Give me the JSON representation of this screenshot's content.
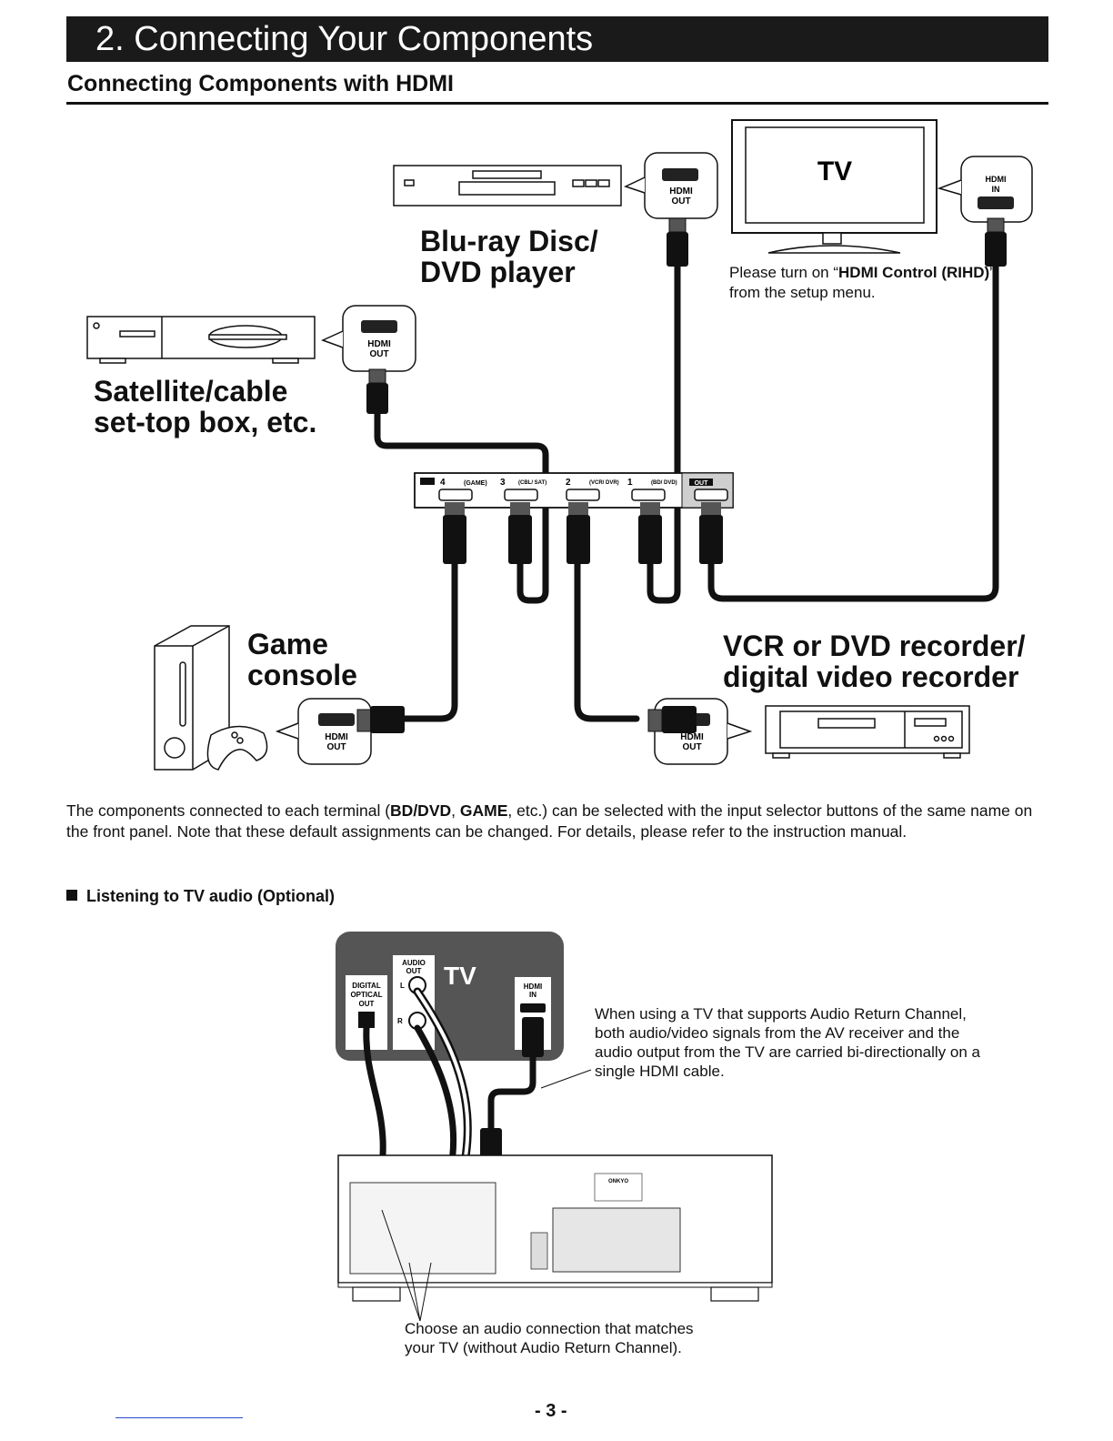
{
  "header": {
    "section_title": "2. Connecting Your Components",
    "subtitle": "Connecting Components with HDMI"
  },
  "diagram_hdmi": {
    "tv_label": "TV",
    "bluray_label_1": "Blu-ray Disc/",
    "bluray_label_2": "DVD player",
    "satellite_label_1": "Satellite/cable",
    "satellite_label_2": "set-top box, etc.",
    "game_label_1": "Game",
    "game_label_2": "console",
    "vcr_label_1": "VCR or DVD recorder/",
    "vcr_label_2": "digital video recorder",
    "hdmi_control_note_pre": "Please turn on “",
    "hdmi_control_note_bold": "HDMI Control (RIHD)",
    "hdmi_control_note_post": "” from the setup menu.",
    "port_hdmi": "HDMI",
    "port_out": "OUT",
    "port_in": "IN",
    "panel_labels": [
      "4",
      "(GAME)",
      "3",
      "(CBL/ SAT)",
      "2",
      "(VCR/ DVR)",
      "1",
      "(BD/ DVD)",
      "OUT"
    ]
  },
  "paragraph": {
    "part1": "The components connected to each terminal (",
    "bd_dvd": "BD/DVD",
    "comma": ", ",
    "game": "GAME",
    "part2": ", etc.) can be selected with the input selector buttons of the same name on the front panel. Note that these default assignments can be changed. For details, please refer to the instruction manual."
  },
  "tv_audio_section": {
    "heading": "Listening to TV audio (Optional)",
    "tv_label": "TV",
    "digital_optical_out": [
      "DIGITAL",
      "OPTICAL",
      "OUT"
    ],
    "audio_out": [
      "AUDIO",
      "OUT"
    ],
    "lr": [
      "L",
      "R"
    ],
    "hdmi_in": [
      "HDMI",
      "IN"
    ],
    "arc_note": "When using a TV that supports Audio Return Channel, both audio/video signals from the AV receiver and the audio output from the TV are carried bi-directionally on a single HDMI cable.",
    "choose_note": "Choose an audio connection that matches your TV (without Audio Return Channel).",
    "brand": "ONKYO"
  },
  "footer": {
    "page_number": "- 3 -"
  }
}
